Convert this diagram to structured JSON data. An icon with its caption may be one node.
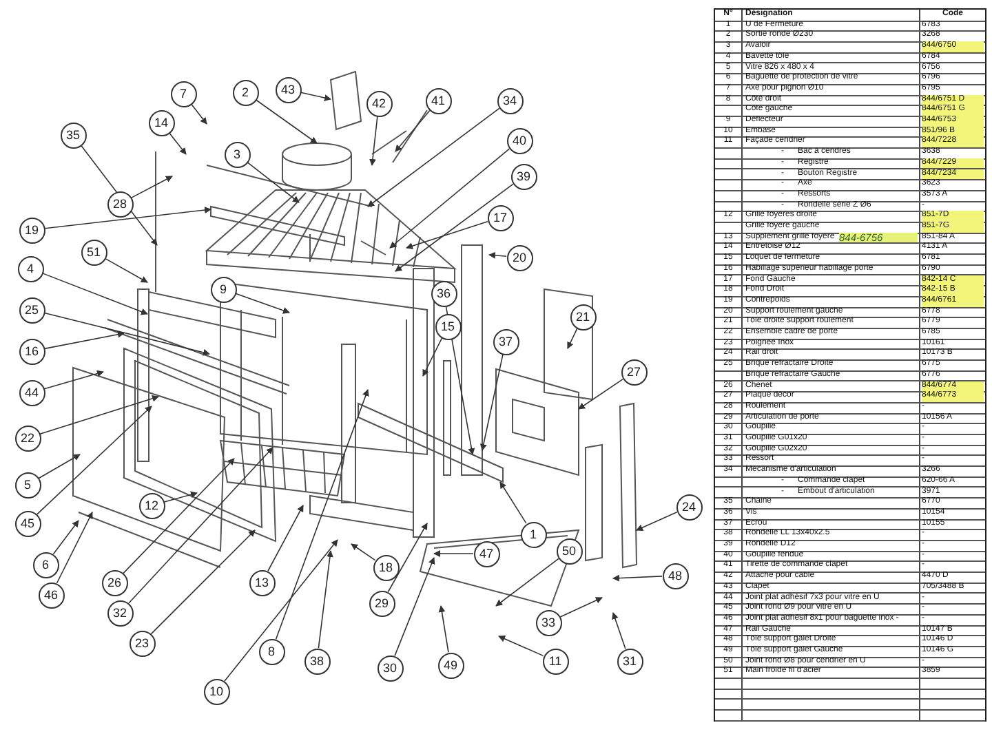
{
  "diagram": {
    "nodes": [
      {
        "text": [
          "35"
        ]
      },
      {
        "text": [
          "14"
        ]
      },
      {
        "text": [
          "7"
        ]
      },
      {
        "text": [
          "2"
        ]
      },
      {
        "text": [
          "43"
        ]
      },
      {
        "text": [
          "42"
        ]
      },
      {
        "text": [
          "41"
        ]
      },
      {
        "text": [
          "34"
        ]
      },
      {
        "text": [
          "40"
        ]
      },
      {
        "text": [
          "39"
        ]
      },
      {
        "text": [
          "17"
        ]
      },
      {
        "text": [
          "3"
        ]
      },
      {
        "text": [
          "28"
        ]
      },
      {
        "text": [
          "19"
        ]
      },
      {
        "text": [
          "51"
        ]
      },
      {
        "text": [
          "4"
        ]
      },
      {
        "text": [
          "9"
        ]
      },
      {
        "text": [
          "20"
        ]
      },
      {
        "text": [
          "36"
        ]
      },
      {
        "text": [
          "15"
        ]
      },
      {
        "text": [
          "21"
        ]
      },
      {
        "text": [
          "25"
        ]
      },
      {
        "text": [
          "37"
        ]
      },
      {
        "text": [
          "16"
        ]
      },
      {
        "text": [
          "27"
        ]
      },
      {
        "text": [
          "44"
        ]
      },
      {
        "text": [
          "22"
        ]
      },
      {
        "text": [
          "5"
        ]
      },
      {
        "text": [
          "12"
        ]
      },
      {
        "text": [
          "45"
        ]
      },
      {
        "text": [
          "6"
        ]
      },
      {
        "text": [
          "1"
        ]
      },
      {
        "text": [
          "24"
        ]
      },
      {
        "text": [
          "46"
        ]
      },
      {
        "text": [
          "26"
        ]
      },
      {
        "text": [
          "13"
        ]
      },
      {
        "text": [
          "18"
        ]
      },
      {
        "text": [
          "47"
        ]
      },
      {
        "text": [
          "50"
        ]
      },
      {
        "text": [
          "48"
        ]
      },
      {
        "text": [
          "29"
        ]
      },
      {
        "text": [
          "33"
        ]
      },
      {
        "text": [
          "32"
        ]
      },
      {
        "text": [
          "23"
        ]
      },
      {
        "text": [
          "8"
        ]
      },
      {
        "text": [
          "38"
        ]
      },
      {
        "text": [
          "30"
        ]
      },
      {
        "text": [
          "49"
        ]
      },
      {
        "text": [
          "11"
        ]
      },
      {
        "text": [
          "31"
        ]
      },
      {
        "text": [
          "10"
        ]
      }
    ],
    "edges": [
      {
        "from": 0,
        "to": null,
        "arrow": "to"
      },
      {
        "from": 1,
        "to": null,
        "arrow": "to"
      },
      {
        "from": 2,
        "to": null,
        "arrow": "to"
      },
      {
        "from": 3,
        "to": null,
        "arrow": "to"
      },
      {
        "from": 4,
        "to": null,
        "arrow": "to"
      },
      {
        "from": 5,
        "to": null,
        "arrow": "to"
      },
      {
        "from": 6,
        "to": null,
        "arrow": "to"
      },
      {
        "from": 7,
        "to": null,
        "arrow": "to"
      },
      {
        "from": 8,
        "to": null,
        "arrow": "to"
      },
      {
        "from": 9,
        "to": null,
        "arrow": "to"
      },
      {
        "from": 10,
        "to": null,
        "arrow": "to"
      },
      {
        "from": 11,
        "to": null,
        "arrow": "to"
      },
      {
        "from": 12,
        "to": null,
        "arrow": "to"
      },
      {
        "from": 13,
        "to": null,
        "arrow": "to"
      },
      {
        "from": 14,
        "to": null,
        "arrow": "to"
      },
      {
        "from": 15,
        "to": null,
        "arrow": "to"
      },
      {
        "from": 16,
        "to": null,
        "arrow": "to"
      },
      {
        "from": 17,
        "to": null,
        "arrow": "to"
      },
      {
        "from": 18,
        "to": null,
        "arrow": "to"
      },
      {
        "from": 19,
        "to": null,
        "arrow": "to"
      },
      {
        "from": 20,
        "to": null,
        "arrow": "to"
      },
      {
        "from": 21,
        "to": null,
        "arrow": "to"
      },
      {
        "from": 22,
        "to": null,
        "arrow": "to"
      },
      {
        "from": 23,
        "to": null,
        "arrow": "to"
      },
      {
        "from": 24,
        "to": null,
        "arrow": "to"
      },
      {
        "from": 25,
        "to": null,
        "arrow": "to"
      },
      {
        "from": 26,
        "to": null,
        "arrow": "to"
      },
      {
        "from": 27,
        "to": null,
        "arrow": "to"
      },
      {
        "from": 28,
        "to": null,
        "arrow": "to"
      },
      {
        "from": 29,
        "to": null,
        "arrow": "to"
      },
      {
        "from": 30,
        "to": null,
        "arrow": "to"
      },
      {
        "from": 31,
        "to": null,
        "arrow": "to"
      },
      {
        "from": 32,
        "to": null,
        "arrow": "to"
      },
      {
        "from": 33,
        "to": null,
        "arrow": "to"
      },
      {
        "from": 34,
        "to": null,
        "arrow": "to"
      },
      {
        "from": 35,
        "to": null,
        "arrow": "to"
      },
      {
        "from": 36,
        "to": null,
        "arrow": "to"
      },
      {
        "from": 37,
        "to": null,
        "arrow": "to"
      },
      {
        "from": 38,
        "to": null,
        "arrow": "to"
      },
      {
        "from": 39,
        "to": null,
        "arrow": "to"
      },
      {
        "from": 40,
        "to": null,
        "arrow": "to"
      },
      {
        "from": 41,
        "to": null,
        "arrow": "to"
      },
      {
        "from": 42,
        "to": null,
        "arrow": "to"
      },
      {
        "from": 43,
        "to": null,
        "arrow": "to"
      },
      {
        "from": 44,
        "to": null,
        "arrow": "to"
      },
      {
        "from": 45,
        "to": null,
        "arrow": "to"
      },
      {
        "from": 46,
        "to": null,
        "arrow": "to"
      },
      {
        "from": 47,
        "to": null,
        "arrow": "to"
      },
      {
        "from": 48,
        "to": null,
        "arrow": "to"
      },
      {
        "from": 49,
        "to": null,
        "arrow": "to"
      },
      {
        "from": 50,
        "to": null,
        "arrow": "to"
      }
    ],
    "labels": [
      "N°",
      "Désignation",
      "Code",
      "1",
      "U de Fermeture",
      "6783",
      "2",
      "Sortie ronde Ø230",
      "3268",
      "3",
      "Avaloir",
      "844/6750",
      "4",
      "Bavette tôle",
      "6784",
      "5",
      "Vitre 826 x 480 x 4",
      "6756",
      "6",
      "Baguette de protection de vitre",
      "6796",
      "7",
      "Axe pour pignon Ø10",
      "6795",
      "8",
      "Côté droit",
      "844/6751 D",
      "Côté gauche",
      "844/6751 G",
      "9",
      "Déflecteur",
      "844/6753",
      "10",
      "Embase",
      "851/96 B",
      "11",
      "Façade cendrier",
      "844/7228",
      "-",
      "Bac à cendres",
      "3638",
      "-",
      "Registre",
      "844/7229",
      "-",
      "Bouton Registre",
      "844/7234",
      "-",
      "Axe",
      "3623",
      "-",
      "Ressorts",
      "3573 A",
      "-",
      "Rondelle série Z Ø6",
      "-",
      "12",
      "Grille foyères droite",
      "851-7D",
      "Grille foyère gauche",
      "851-7G",
      "13",
      "Supplément grille foyère",
      "844-6756",
      "851-84 A",
      "14",
      "Entretoise Ø12",
      "4131 A",
      "15",
      "Loquet de fermeture",
      "6781",
      "16",
      "Habillage supérieur habillage porte",
      "6790",
      "17",
      "Fond Gauche",
      "842-14 C",
      "18",
      "Fond Droit",
      "842-15 B",
      "19",
      "Contrepoids",
      "844/6761",
      "20",
      "Support roulement gauche",
      "6778",
      "21",
      "Tôle droite support roulement",
      "6779",
      "22",
      "Ensemble cadre de porte",
      "6785",
      "23",
      "Poignée Inox",
      "10161",
      "24",
      "Rail droit",
      "10173 B",
      "25",
      "Brique réfractaire Droite",
      "6775",
      "Brique réfractaire Gauche",
      "6776",
      "26",
      "Chenet",
      "844/6774",
      "27",
      "Plaque décor",
      "844/6773",
      "28",
      "Roulement",
      "-",
      "29",
      "Articulation de porte",
      "10156 A",
      "30",
      "Goupille",
      "-",
      "31",
      "Goupille G01x20",
      "-",
      "32",
      "Goupille G02x20",
      "-",
      "33",
      "Ressort",
      "-",
      "34",
      "Mécanisme d'articulation",
      "3266",
      "-",
      "Commande clapet",
      "620-66 A",
      "-",
      "Embout d'articulation",
      "3971",
      "35",
      "Chaine",
      "6770",
      "36",
      "Vis",
      "10154",
      "37",
      "Ecrou",
      "10155",
      "38",
      "Rondelle LL 13x40x2.5",
      "-",
      "39",
      "Rondelle D12",
      "-",
      "40",
      "Goupille fendue",
      "-",
      "41",
      "Tirette de commande clapet",
      "-",
      "42",
      "Attache pour câble",
      "4470 D",
      "43",
      "Clapet",
      "705/3488 B",
      "44",
      "Joint plat adhésif 7x3 pour vitre en U",
      "-",
      "45",
      "Joint rond Ø9 pour vitre en U",
      "-",
      "46",
      "Joint plat adhésif 8x1 pour baguette inox -",
      "-",
      "47",
      "Rail Gauche",
      "10147 B",
      "48",
      "Tôle support galet Droite",
      "10146 D",
      "49",
      "Tôle support galet Gauche",
      "10146 G",
      "50",
      "Joint rond Ø8 pour cendrier en U",
      "-",
      "51",
      "Main froide fil d'acier",
      "3859"
    ]
  }
}
